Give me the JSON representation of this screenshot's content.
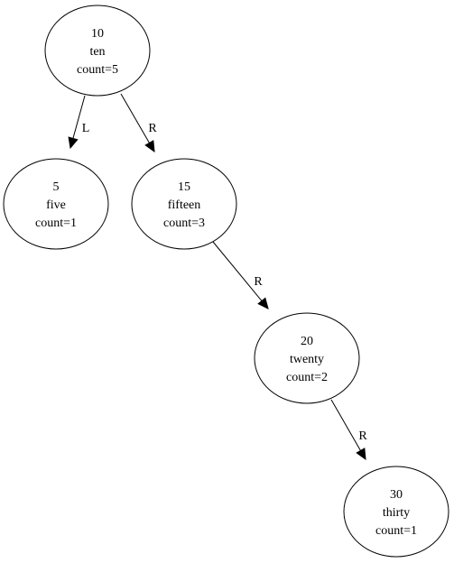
{
  "tree": {
    "nodes": [
      {
        "id": "n10",
        "key": "10",
        "word": "ten",
        "count": "count=5"
      },
      {
        "id": "n5",
        "key": "5",
        "word": "five",
        "count": "count=1"
      },
      {
        "id": "n15",
        "key": "15",
        "word": "fifteen",
        "count": "count=3"
      },
      {
        "id": "n20",
        "key": "20",
        "word": "twenty",
        "count": "count=2"
      },
      {
        "id": "n30",
        "key": "30",
        "word": "thirty",
        "count": "count=1"
      }
    ],
    "edges": [
      {
        "from": "n10",
        "to": "n5",
        "label": "L"
      },
      {
        "from": "n10",
        "to": "n15",
        "label": "R"
      },
      {
        "from": "n15",
        "to": "n20",
        "label": "R"
      },
      {
        "from": "n20",
        "to": "n30",
        "label": "R"
      }
    ]
  }
}
